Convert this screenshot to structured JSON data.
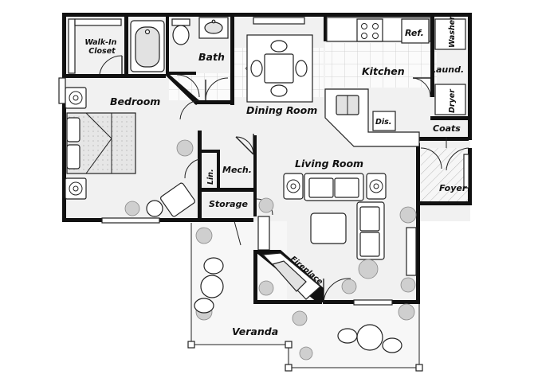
{
  "rooms": {
    "walk_in_closet": "Walk-In\nCloset",
    "bath": "Bath",
    "dining_room": "Dining Room",
    "kitchen": "Kitchen",
    "ref": "Ref.",
    "washer": "Washer",
    "laund": "Laund.",
    "dryer": "Dryer",
    "dis": "Dis.",
    "coats": "Coats",
    "bedroom": "Bedroom",
    "lin": "Lin.",
    "mech": "Mech.",
    "living_room": "Living Room",
    "storage": "Storage",
    "foyer": "Foyer",
    "fireplace": "Fireplace",
    "veranda": "Veranda"
  },
  "colors": {
    "wall": "#111111",
    "floor": "#f1f1f1",
    "fixture": "#ffffff",
    "shade": "#e2e2e2"
  }
}
